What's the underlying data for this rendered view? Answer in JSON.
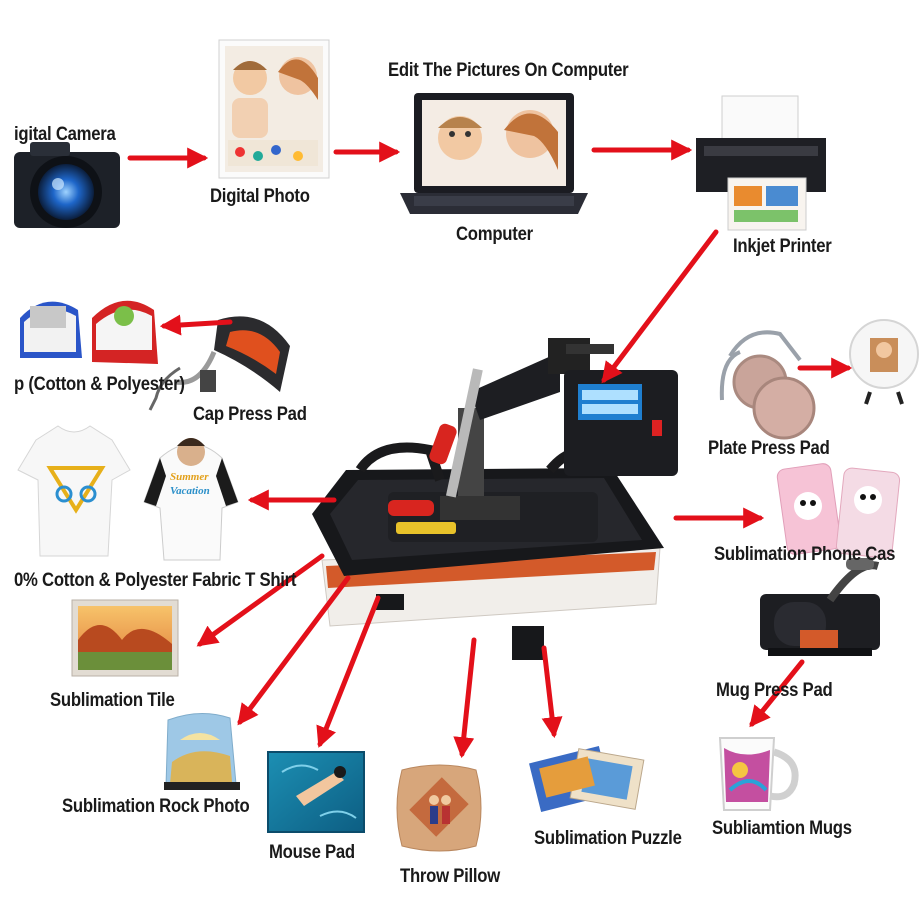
{
  "labels": {
    "camera": "igital Camera",
    "digital_photo": "Digital Photo",
    "edit": "Edit The Pictures On Computer",
    "computer": "Computer",
    "printer": "Inkjet Printer",
    "cap": "p (Cotton & Polyester)",
    "cap_press": "Cap Press Pad",
    "plate_press": "Plate Press Pad",
    "phone_case": "Sublimation Phone Cas",
    "tshirt": "0% Cotton & Polyester Fabric T Shirt",
    "tile": "Sublimation Tile",
    "mug_press": "Mug Press Pad",
    "rock": "Sublimation Rock Photo",
    "mouse_pad": "Mouse Pad",
    "pillow": "Throw Pillow",
    "puzzle": "Sublimation Puzzle",
    "mugs": "Subliamtion Mugs"
  },
  "tshirt_print": [
    "Summer",
    "Vacation"
  ],
  "colors": {
    "arrow": "#e3101a",
    "text": "#1a1a1a",
    "machine_body": "#1b1b1d",
    "machine_plate": "#e8e4df",
    "cap_blue": "#2a55c8",
    "cap_red": "#d42424"
  },
  "icons": [
    "camera-icon",
    "photo-icon",
    "laptop-icon",
    "printer-icon",
    "cap-icon",
    "cap-press-icon",
    "heat-press-icon",
    "plate-press-icon",
    "plate-icon",
    "phone-case-icon",
    "tshirt-icon",
    "tile-icon",
    "mug-press-icon",
    "rock-photo-icon",
    "mouse-pad-icon",
    "pillow-icon",
    "puzzle-icon",
    "mug-icon"
  ]
}
